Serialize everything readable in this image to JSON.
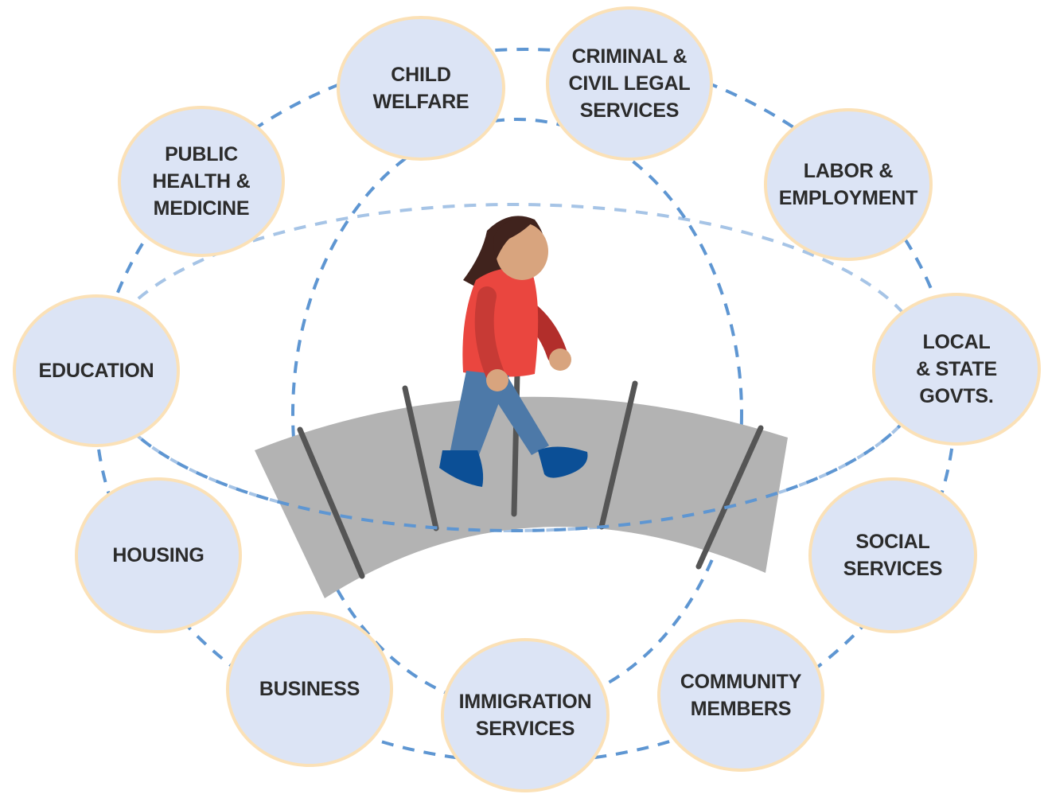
{
  "colors": {
    "node_fill": "#dce4f5",
    "node_border": "#fbe1b7",
    "connector_dark": "#5e96d2",
    "connector_light": "#a6c4e6",
    "bridge_fill": "#b3b3b3",
    "bridge_stripe": "#555555",
    "shirt": "#ea463f",
    "pants": "#4d79a8",
    "shoes": "#0b4f96",
    "skin": "#d8a47e",
    "hair": "#40231d",
    "label_text": "#2b2b2b"
  },
  "nodes": {
    "child_welfare": "CHILD\nWELFARE",
    "criminal_legal": "CRIMINAL &\nCIVIL LEGAL\nSERVICES",
    "public_health": "PUBLIC\nHEALTH &\nMEDICINE",
    "labor_employment": "LABOR &\nEMPLOYMENT",
    "education": "EDUCATION",
    "local_state": "LOCAL\n& STATE\nGOVTS.",
    "housing": "HOUSING",
    "social_services": "SOCIAL\nSERVICES",
    "business": "BUSINESS",
    "community_members": "COMMUNITY\nMEMBERS",
    "immigration_services": "IMMIGRATION\nSERVICES"
  },
  "illustration": {
    "figure": "person-walking",
    "path": "bridge"
  }
}
